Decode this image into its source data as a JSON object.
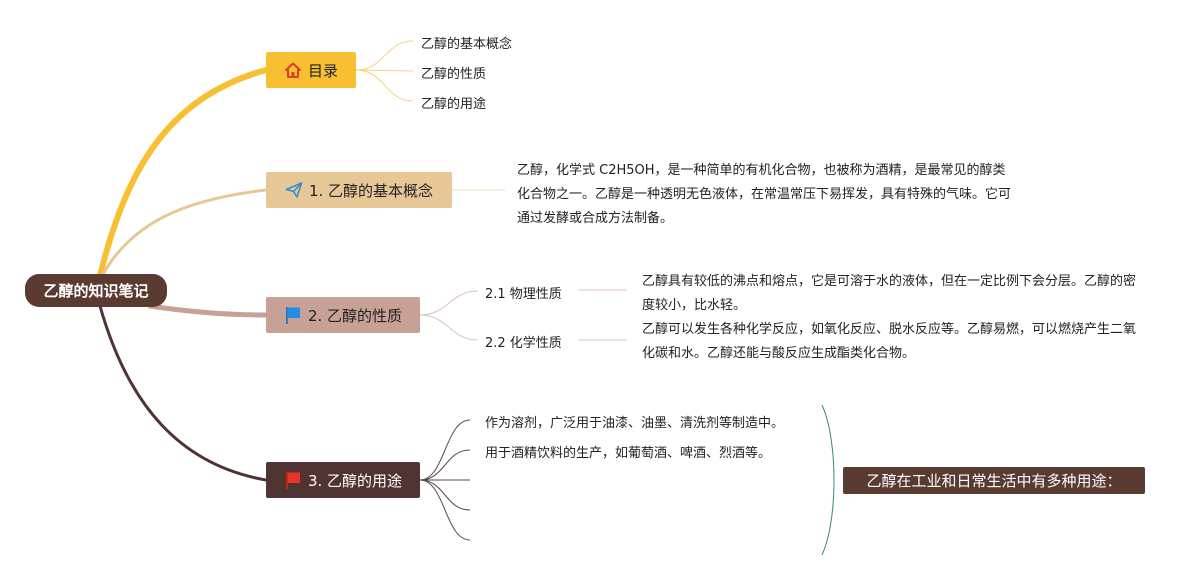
{
  "root": {
    "label": "乙醇的知识笔记"
  },
  "toc": {
    "label": "目录",
    "items": [
      "乙醇的基本概念",
      "乙醇的性质",
      "乙醇的用途"
    ]
  },
  "basic": {
    "label": "1. 乙醇的基本概念",
    "text": "乙醇，化学式 C2H5OH，是一种简单的有机化合物，也被称为酒精，是最常见的醇类化合物之一。乙醇是一种透明无色液体，在常温常压下易挥发，具有特殊的气味。它可通过发酵或合成方法制备。"
  },
  "properties": {
    "label": "2. 乙醇的性质",
    "physical": {
      "label": "2.1 物理性质",
      "text": "乙醇具有较低的沸点和熔点，它是可溶于水的液体，但在一定比例下会分层。乙醇的密度较小，比水轻。"
    },
    "chemical": {
      "label": "2.2 化学性质",
      "text": "乙醇可以发生各种化学反应，如氧化反应、脱水反应等。乙醇易燃，可以燃烧产生二氧化碳和水。乙醇还能与酸反应生成酯类化合物。"
    }
  },
  "uses": {
    "label": "3. 乙醇的用途",
    "items": [
      "作为溶剂，广泛用于油漆、油墨、清洗剂等制造中。",
      "用于酒精饮料的生产，如葡萄酒、啤酒、烈酒等。"
    ],
    "summary": "乙醇在工业和日常生活中有多种用途："
  },
  "colors": {
    "root": "#5a3b32",
    "toc": "#f9bf32",
    "basic": "#e8c796",
    "properties": "#c7a196",
    "uses": "#4f3432",
    "summary_bracket": "#3a8a6e"
  },
  "icons": {
    "toc": "home-icon",
    "basic": "paper-plane-icon",
    "properties": "blue-flag-icon",
    "uses": "red-flag-icon"
  }
}
